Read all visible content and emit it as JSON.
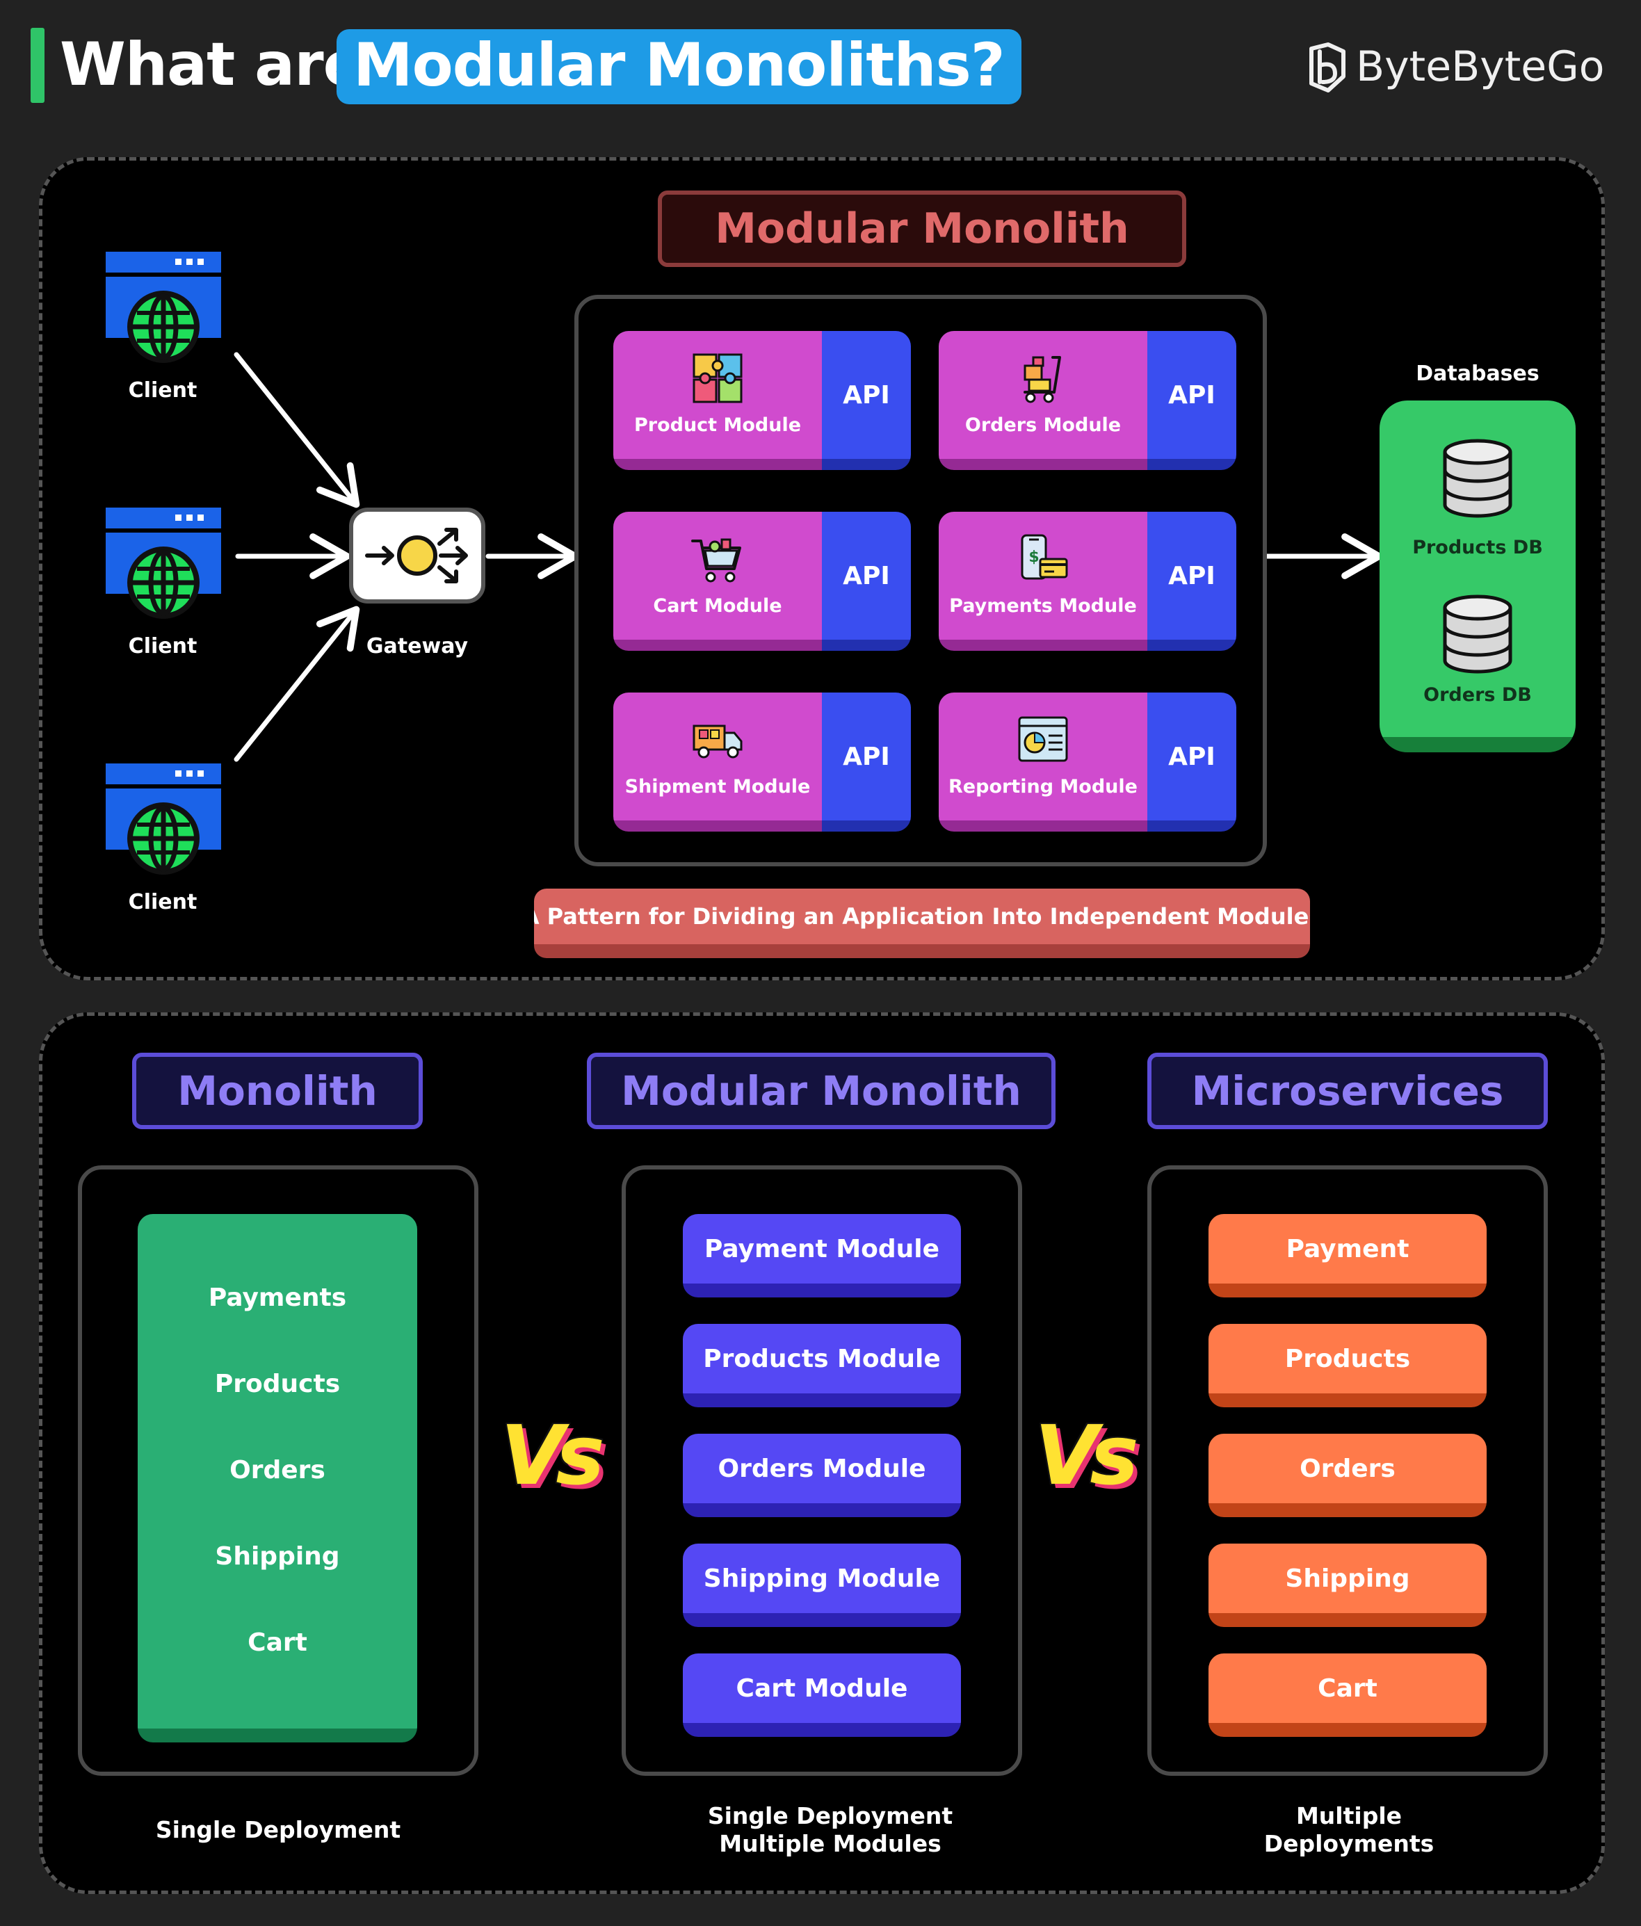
{
  "header": {
    "title_plain": "What are",
    "title_highlight": "Modular Monoliths?",
    "brand": "ByteByteGo"
  },
  "top_diagram": {
    "title": "Modular Monolith",
    "clients": [
      "Client",
      "Client",
      "Client"
    ],
    "gateway_label": "Gateway",
    "api_label": "API",
    "modules": [
      {
        "name": "Product Module",
        "icon": "puzzle-icon"
      },
      {
        "name": "Orders Module",
        "icon": "delivery-cart-icon"
      },
      {
        "name": "Cart Module",
        "icon": "shopping-cart-icon"
      },
      {
        "name": "Payments Module",
        "icon": "mobile-payment-icon"
      },
      {
        "name": "Shipment Module",
        "icon": "delivery-truck-icon"
      },
      {
        "name": "Reporting Module",
        "icon": "report-dashboard-icon"
      }
    ],
    "caption": "A Pattern for Dividing an Application Into Independent Modules",
    "databases_title": "Databases",
    "databases": [
      "Products DB",
      "Orders DB"
    ]
  },
  "comparison": {
    "monolith": {
      "title": "Monolith",
      "items": [
        "Payments",
        "Products",
        "Orders",
        "Shipping",
        "Cart"
      ],
      "caption": "Single Deployment"
    },
    "modular_monolith": {
      "title": "Modular Monolith",
      "items": [
        "Payment Module",
        "Products Module",
        "Orders Module",
        "Shipping Module",
        "Cart Module"
      ],
      "caption_line1": "Single Deployment",
      "caption_line2": "Multiple Modules"
    },
    "microservices": {
      "title": "Microservices",
      "items": [
        "Payment",
        "Products",
        "Orders",
        "Shipping",
        "Cart"
      ],
      "caption_line1": "Multiple",
      "caption_line2": "Deployments"
    },
    "vs_label": "Vs"
  },
  "colors": {
    "background": "#222222",
    "accent_green": "#2fc468",
    "title_blue": "#1e9be6",
    "module_magenta": "#d04bce",
    "api_blue": "#3a4ef0",
    "db_green": "#36c968",
    "monolith_green": "#2aaf74",
    "modular_purple": "#5548f4",
    "microservice_orange": "#ff7a4a"
  }
}
